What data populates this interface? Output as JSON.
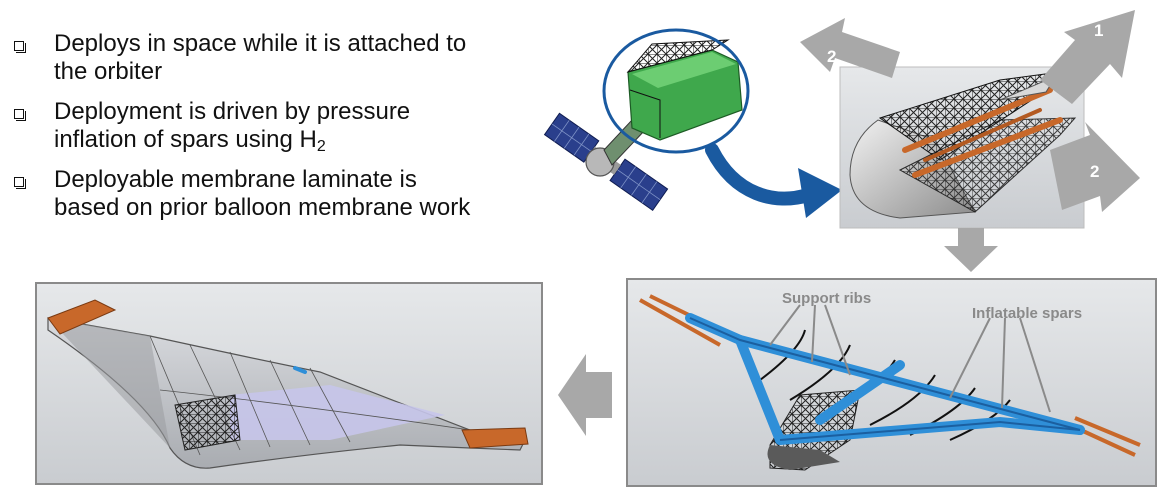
{
  "bullets": [
    {
      "text": "Deploys in space while it is attached to the orbiter",
      "line1": "Deploys in space while it is attached to",
      "line2": "the orbiter"
    },
    {
      "text": "Deployment is driven by pressure inflation of spars using H2",
      "line1": "Deployment is driven by pressure",
      "line2_pre": "inflation of spars using H",
      "line2_sub": "2"
    },
    {
      "text": "Deployable membrane laminate is based on prior balloon membrane work",
      "line1": "Deployable membrane laminate is",
      "line2": "based on prior balloon membrane work"
    }
  ],
  "arrows": {
    "label_1": "1",
    "label_2a": "2",
    "label_2b": "2"
  },
  "labels": {
    "support_ribs": "Support ribs",
    "inflatable_spars": "Inflatable spars"
  },
  "colors": {
    "callout_blue": "#1a5aa0",
    "spar_blue": "#2f8fd8",
    "tip_orange": "#c8682a",
    "gray_arrow": "#a8a8a8",
    "frame_gray": "#8a8a8a"
  }
}
